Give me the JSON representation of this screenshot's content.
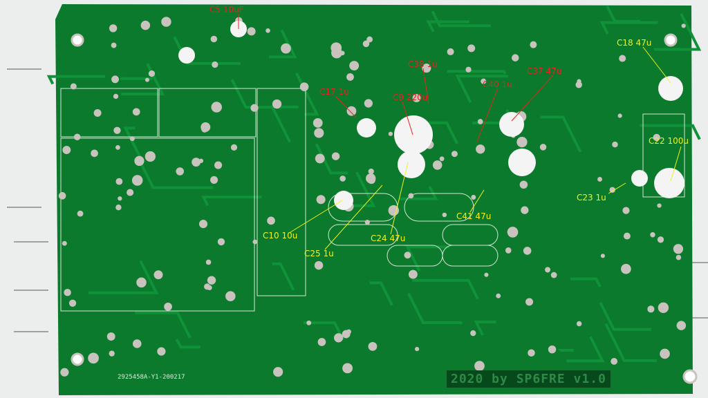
{
  "board": {
    "version_text": "2020 by SP6FRE v1.0",
    "part_number": "2925458A-Y1-200217"
  },
  "annotations": [
    {
      "label": "C5 10uF",
      "color": "#e8231f"
    },
    {
      "label": "C18 47u",
      "color": "#f2f21a"
    },
    {
      "label": "C38 1u",
      "color": "#e8231f"
    },
    {
      "label": "C37 47u",
      "color": "#e8231f"
    },
    {
      "label": "C40 1u",
      "color": "#e8231f"
    },
    {
      "label": "C17 1u",
      "color": "#e8231f"
    },
    {
      "label": "C9 220u",
      "color": "#e8231f"
    },
    {
      "label": "C22 100u",
      "color": "#f2f21a"
    },
    {
      "label": "C23 1u",
      "color": "#f2f21a"
    },
    {
      "label": "C41 47u",
      "color": "#f2f21a"
    },
    {
      "label": "C10 10u",
      "color": "#f2f21a"
    },
    {
      "label": "C25 1u",
      "color": "#f2f21a"
    },
    {
      "label": "C24 47u",
      "color": "#f2f21a"
    }
  ],
  "colors": {
    "board": "#0b7a2c",
    "trace": "#0e8f36",
    "pad": "#c9c3bd"
  }
}
